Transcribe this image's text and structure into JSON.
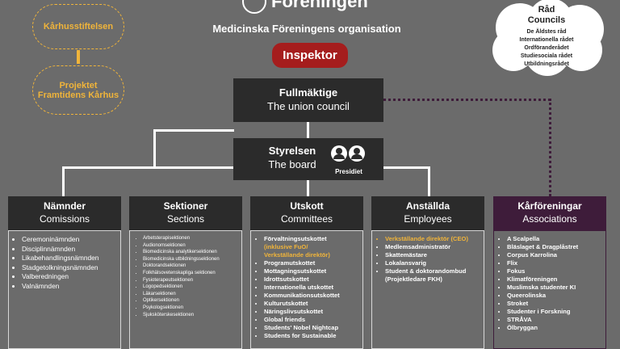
{
  "header": {
    "logo_text": "Föreningen",
    "title": "Medicinska Föreningens organisation",
    "inspektor": "Inspektor"
  },
  "left_ovals": {
    "top": "Kårhusstiftelsen",
    "bottom_line1": "Projektet",
    "bottom_line2": "Framtidens Kårhus"
  },
  "councils": {
    "title_line1": "Råd",
    "title_line2": "Councils",
    "items": [
      "De Äldstes råd",
      "Internationella rådet",
      "Ordföranderådet",
      "Studiesociala rådet",
      "Utbildningsrådet"
    ]
  },
  "fullmaktige": {
    "title": "Fullmäktige",
    "subtitle": "The union council"
  },
  "styrelsen": {
    "title": "Styrelsen",
    "subtitle": "The board",
    "presidiet": "Presidiet"
  },
  "columns": [
    {
      "title": "Nämnder",
      "subtitle": "Comissions",
      "items": [
        "Ceremoninämnden",
        "Disciplinnämnden",
        "Likabehandlingsnämnden",
        "Stadgetolkningsnämnden",
        "Valberedningen",
        "Valnämnden"
      ]
    },
    {
      "title": "Sektioner",
      "subtitle": "Sections",
      "items": [
        "Arbetsterapisektionen",
        "Audionomsektionen",
        "Biomedicinska analytikersektionen",
        "Biomedicinska utbildningssektionen",
        "Doktorandsektionen",
        "Folkhälsovetenskapliga sektionen",
        "Fysioterapeutsektionen",
        "Logopedsektionen",
        "Läkarsektionen",
        "Optikersektionen",
        "Psykologsektionen",
        "Sjuksköterskesektionen"
      ]
    },
    {
      "title": "Utskott",
      "subtitle": "Committees",
      "items": [
        "Förvaltningsutskottet",
        "(inklusive FuO/",
        "Verkställande direktör)",
        "Programutskottet",
        "Mottagningsutskottet",
        "Idrottsutskottet",
        "Internationella utskottet",
        "Kommunikationsutskottet",
        "Kulturutskottet",
        "Näringslivsutskottet",
        "Global friends",
        "Students' Nobel Nightcap",
        "Students for Sustainable"
      ]
    },
    {
      "title": "Anställda",
      "subtitle": "Employees",
      "items": [
        "Verkställande direktör (CEO)",
        "Medlemsadministratör",
        "Skattemästare",
        "Lokalansvarig",
        "Student & doktorandombud (Projektledare FKH)"
      ]
    },
    {
      "title": "Kårföreningar",
      "subtitle": "Associations",
      "items": [
        "A Scalpella",
        "Bläslaget & Dragplåstret",
        "Corpus Karrolina",
        "Flix",
        "Fokus",
        "Klimatföreningen",
        "Muslimska studenter KI",
        "Queerolinska",
        "Stroket",
        "Studenter i Forskning",
        "STRÅVA",
        "Ölbryggan"
      ]
    }
  ],
  "colors": {
    "background": "#6b6b6b",
    "dark_box": "#2b2b2b",
    "inspektor": "#a51d1d",
    "accent_orange": "#f0b43a",
    "associations_purple": "#3e1c3a"
  }
}
